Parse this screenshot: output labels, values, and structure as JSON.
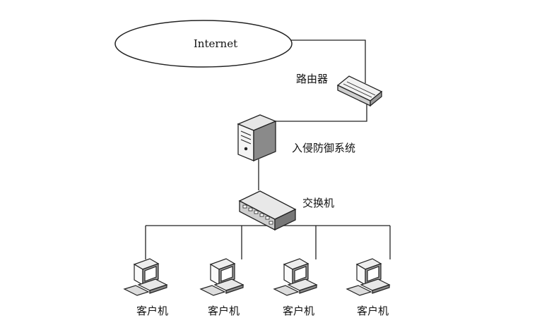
{
  "nodes": {
    "internet": "Internet",
    "router": "路由器",
    "ips": "入侵防御系统",
    "switch": "交换机",
    "clients": [
      "客户机",
      "客户机",
      "客户机",
      "客户机"
    ]
  },
  "icons": {
    "cloud": "internet-ellipse-icon",
    "router": "router-icon",
    "ips": "server-tower-icon",
    "switch": "network-switch-icon",
    "client": "desktop-computer-icon"
  },
  "colors": {
    "stroke": "#222222",
    "fill": "#ffffff"
  }
}
